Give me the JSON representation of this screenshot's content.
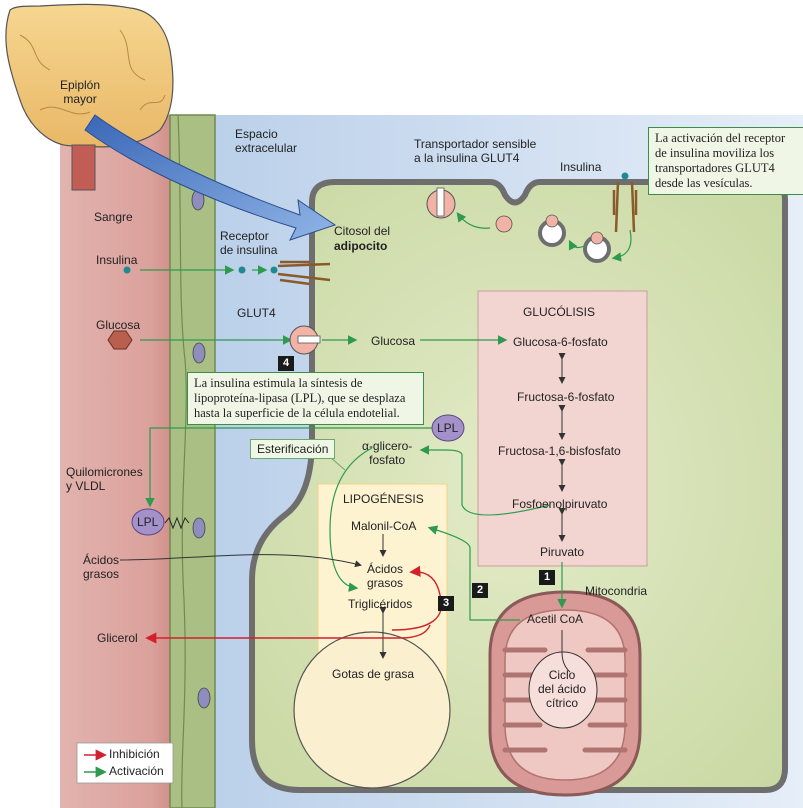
{
  "labels": {
    "epiplon": "Epiplón\nmayor",
    "espacio": "Espacio\nextracelular",
    "sangre": "Sangre",
    "insulina": "Insulina",
    "glucosa_blood": "Glucosa",
    "receptor": "Receptor\nde insulina",
    "glut4": "GLUT4",
    "citosol": "Citosol del",
    "adipocito": "adipocito",
    "transportador": "Transportador sensible\na la insulina GLUT4",
    "insulina_top": "Insulina",
    "glucosa_cell": "Glucosa",
    "glucolisis": "GLUCÓLISIS",
    "g6p": "Glucosa-6-fosfato",
    "f6p": "Fructosa-6-fosfato",
    "f16bp": "Fructosa-1,6-bisfosfato",
    "pep": "Fosfoenolpiruvato",
    "piruvato": "Piruvato",
    "mitocondria": "Mitocondria",
    "acetil": "Acetil CoA",
    "ciclo": "Ciclo\ndel ácido\ncítrico",
    "esterificacion": "Esterificación",
    "glicerofosfato": "α-glicero-\nfosfato",
    "lipogenesis": "LIPOGÉNESIS",
    "malonil": "Malonil-CoA",
    "acidos_cell": "Ácidos\ngrasos",
    "trigliceridos": "Triglicéridos",
    "gotas": "Gotas de grasa",
    "quilo": "Quilomicrones\ny VLDL",
    "lpl1": "LPL",
    "lpl2": "LPL",
    "acidos_blood": "Ácidos\ngrasos",
    "glicerol": "Glicerol"
  },
  "notes": {
    "top_right": "La activación del receptor\nde insulina moviliza los\ntransportadores GLUT4\ndesde las vesículas.",
    "step4": "La insulina estimula la síntesis de\nlipoproteína-lipasa (LPL), que se desplaza\nhasta la superficie de la célula endotelial."
  },
  "steps": {
    "s1": "1",
    "s2": "2",
    "s3": "3",
    "s4": "4"
  },
  "legend": {
    "inhibicion": "Inhibición",
    "activacion": "Activación"
  },
  "colors": {
    "activation": "#2e9a4e",
    "inhibition": "#d2202e",
    "blood": "#e3a4a1",
    "cell": "#cfdcae",
    "glycolysis": "#f2d2cf",
    "lipogenesis": "#fdf3cf"
  }
}
